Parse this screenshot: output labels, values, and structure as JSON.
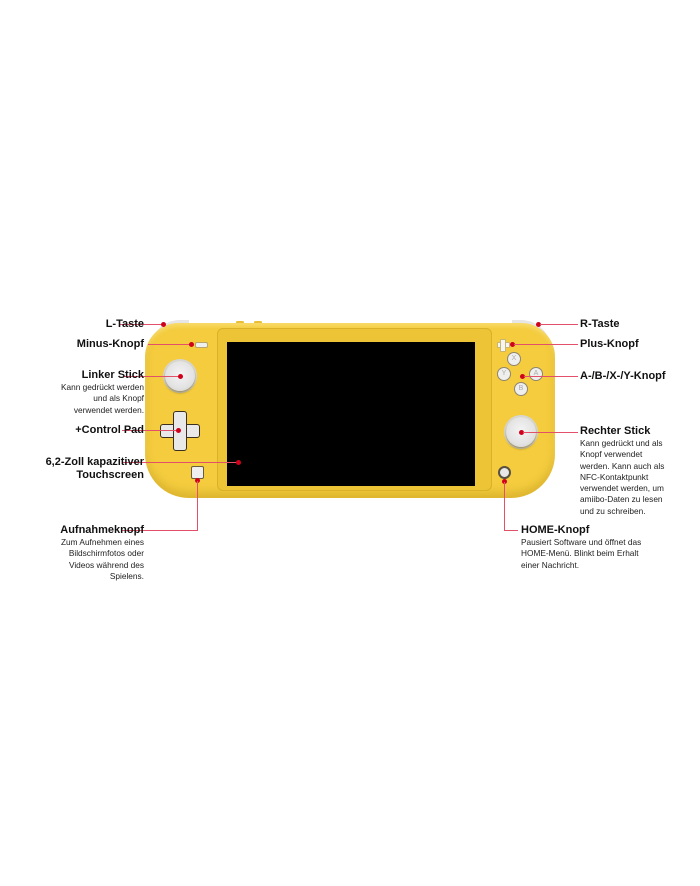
{
  "diagram": {
    "subject": "Nintendo Switch Lite (gelb)",
    "colors": {
      "console_body": "#f4cc3e",
      "screen": "#000000",
      "leader_line": "#e2506a",
      "marker_dot": "#d0021b",
      "background": "#ffffff"
    },
    "labels_left": [
      {
        "id": "l-taste",
        "title": "L-Taste",
        "desc": ""
      },
      {
        "id": "minus-knopf",
        "title": "Minus-Knopf",
        "desc": ""
      },
      {
        "id": "linker-stick",
        "title": "Linker Stick",
        "desc_lines": [
          "Kann gedrückt werden",
          "und als Knopf",
          "verwendet werden."
        ]
      },
      {
        "id": "control-pad",
        "title": "+Control Pad",
        "desc": ""
      },
      {
        "id": "touchscreen",
        "title_lines": [
          "6,2-Zoll kapazitiver",
          "Touchscreen"
        ]
      },
      {
        "id": "aufnahmeknopf",
        "title": "Aufnahmeknopf",
        "desc_lines": [
          "Zum Aufnehmen eines",
          "Bildschirmfotos oder",
          "Videos während des",
          "Spielens."
        ]
      }
    ],
    "labels_right": [
      {
        "id": "r-taste",
        "title": "R-Taste",
        "desc": ""
      },
      {
        "id": "plus-knopf",
        "title": "Plus-Knopf",
        "desc": ""
      },
      {
        "id": "abxy-knopf",
        "title": "A-/B-/X-/Y-Knopf",
        "desc": ""
      },
      {
        "id": "rechter-stick",
        "title": "Rechter Stick",
        "desc_lines": [
          "Kann gedrückt und als",
          "Knopf verwendet",
          "werden. Kann auch als",
          "NFC-Kontaktpunkt",
          "verwendet werden, um",
          "amiibo-Daten zu lesen",
          "und zu schreiben."
        ]
      },
      {
        "id": "home-knopf",
        "title": "HOME-Knopf",
        "desc_lines": [
          "Pausiert Software und öffnet das",
          "HOME-Menü. Blinkt beim Erhalt",
          "einer Nachricht."
        ]
      }
    ],
    "face_buttons": {
      "x": "X",
      "y": "Y",
      "a": "A",
      "b": "B"
    }
  }
}
